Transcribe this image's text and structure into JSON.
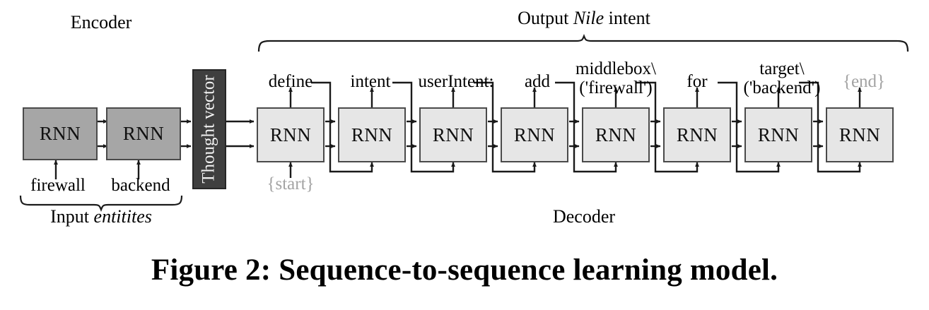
{
  "figure": {
    "caption": "Figure 2: Sequence-to-sequence learning model.",
    "encoder_label": "Encoder",
    "decoder_label": "Decoder",
    "output_label_prefix": "Output ",
    "output_label_italic": "Nile",
    "output_label_suffix": " intent",
    "input_brace_prefix": "Input ",
    "input_brace_italic": "entitites",
    "thought_vector_label": "Thought vector",
    "cell_label": "RNN"
  },
  "encoder": {
    "cells": [
      {
        "label": "RNN",
        "input": "firewall"
      },
      {
        "label": "RNN",
        "input": "backend"
      }
    ]
  },
  "decoder": {
    "cells": [
      {
        "label": "RNN",
        "output": "define",
        "output_line2": "",
        "input": "{start}",
        "input_muted": true
      },
      {
        "label": "RNN",
        "output": "intent",
        "output_line2": "",
        "input": "",
        "input_muted": false
      },
      {
        "label": "RNN",
        "output": "userIntent:",
        "output_line2": "",
        "input": "",
        "input_muted": false
      },
      {
        "label": "RNN",
        "output": "add",
        "output_line2": "",
        "input": "",
        "input_muted": false
      },
      {
        "label": "RNN",
        "output": "middlebox\\",
        "output_line2": "('firewall')",
        "input": "",
        "input_muted": false
      },
      {
        "label": "RNN",
        "output": "for",
        "output_line2": "",
        "input": "",
        "input_muted": false
      },
      {
        "label": "RNN",
        "output": "target\\",
        "output_line2": "('backend')",
        "input": "",
        "input_muted": false
      },
      {
        "label": "RNN",
        "output": "{end}",
        "output_line2": "",
        "input": "",
        "input_muted": true
      }
    ]
  },
  "colors": {
    "encoder_fill": "#a6a6a6",
    "decoder_fill": "#e6e6e6",
    "thought_fill": "#3f3f3f",
    "stroke": "#4a4a4a",
    "muted_text": "#a3a3a3",
    "background": "#ffffff"
  }
}
